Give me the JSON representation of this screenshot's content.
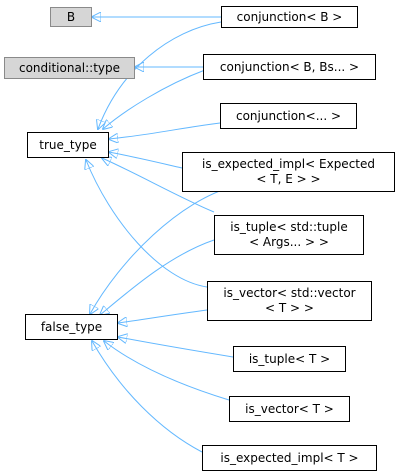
{
  "nodes": {
    "B": {
      "label": "B"
    },
    "cond": {
      "label": "conditional::type"
    },
    "true_type": {
      "label": "true_type"
    },
    "false_type": {
      "label": "false_type"
    },
    "conj_b": {
      "label": "conjunction< B >"
    },
    "conj_bbs": {
      "label": "conjunction< B, Bs... >"
    },
    "conj_dots": {
      "label": "conjunction<... >"
    },
    "is_exp_impl_te": {
      "line1": "is_expected_impl< Expected",
      "line2": "< T, E > >"
    },
    "is_tuple_std": {
      "line1": "is_tuple< std::tuple",
      "line2": "< Args... > >"
    },
    "is_vector_std": {
      "line1": "is_vector< std::vector",
      "line2": "< T > >"
    },
    "is_tuple_t": {
      "label": "is_tuple< T >"
    },
    "is_vector_t": {
      "label": "is_vector< T >"
    },
    "is_exp_impl_t": {
      "label": "is_expected_impl< T >"
    }
  },
  "colors": {
    "edge": "#63b8ff",
    "grey_fill": "#d6d6d6",
    "grey_border": "#8a8a8a"
  }
}
